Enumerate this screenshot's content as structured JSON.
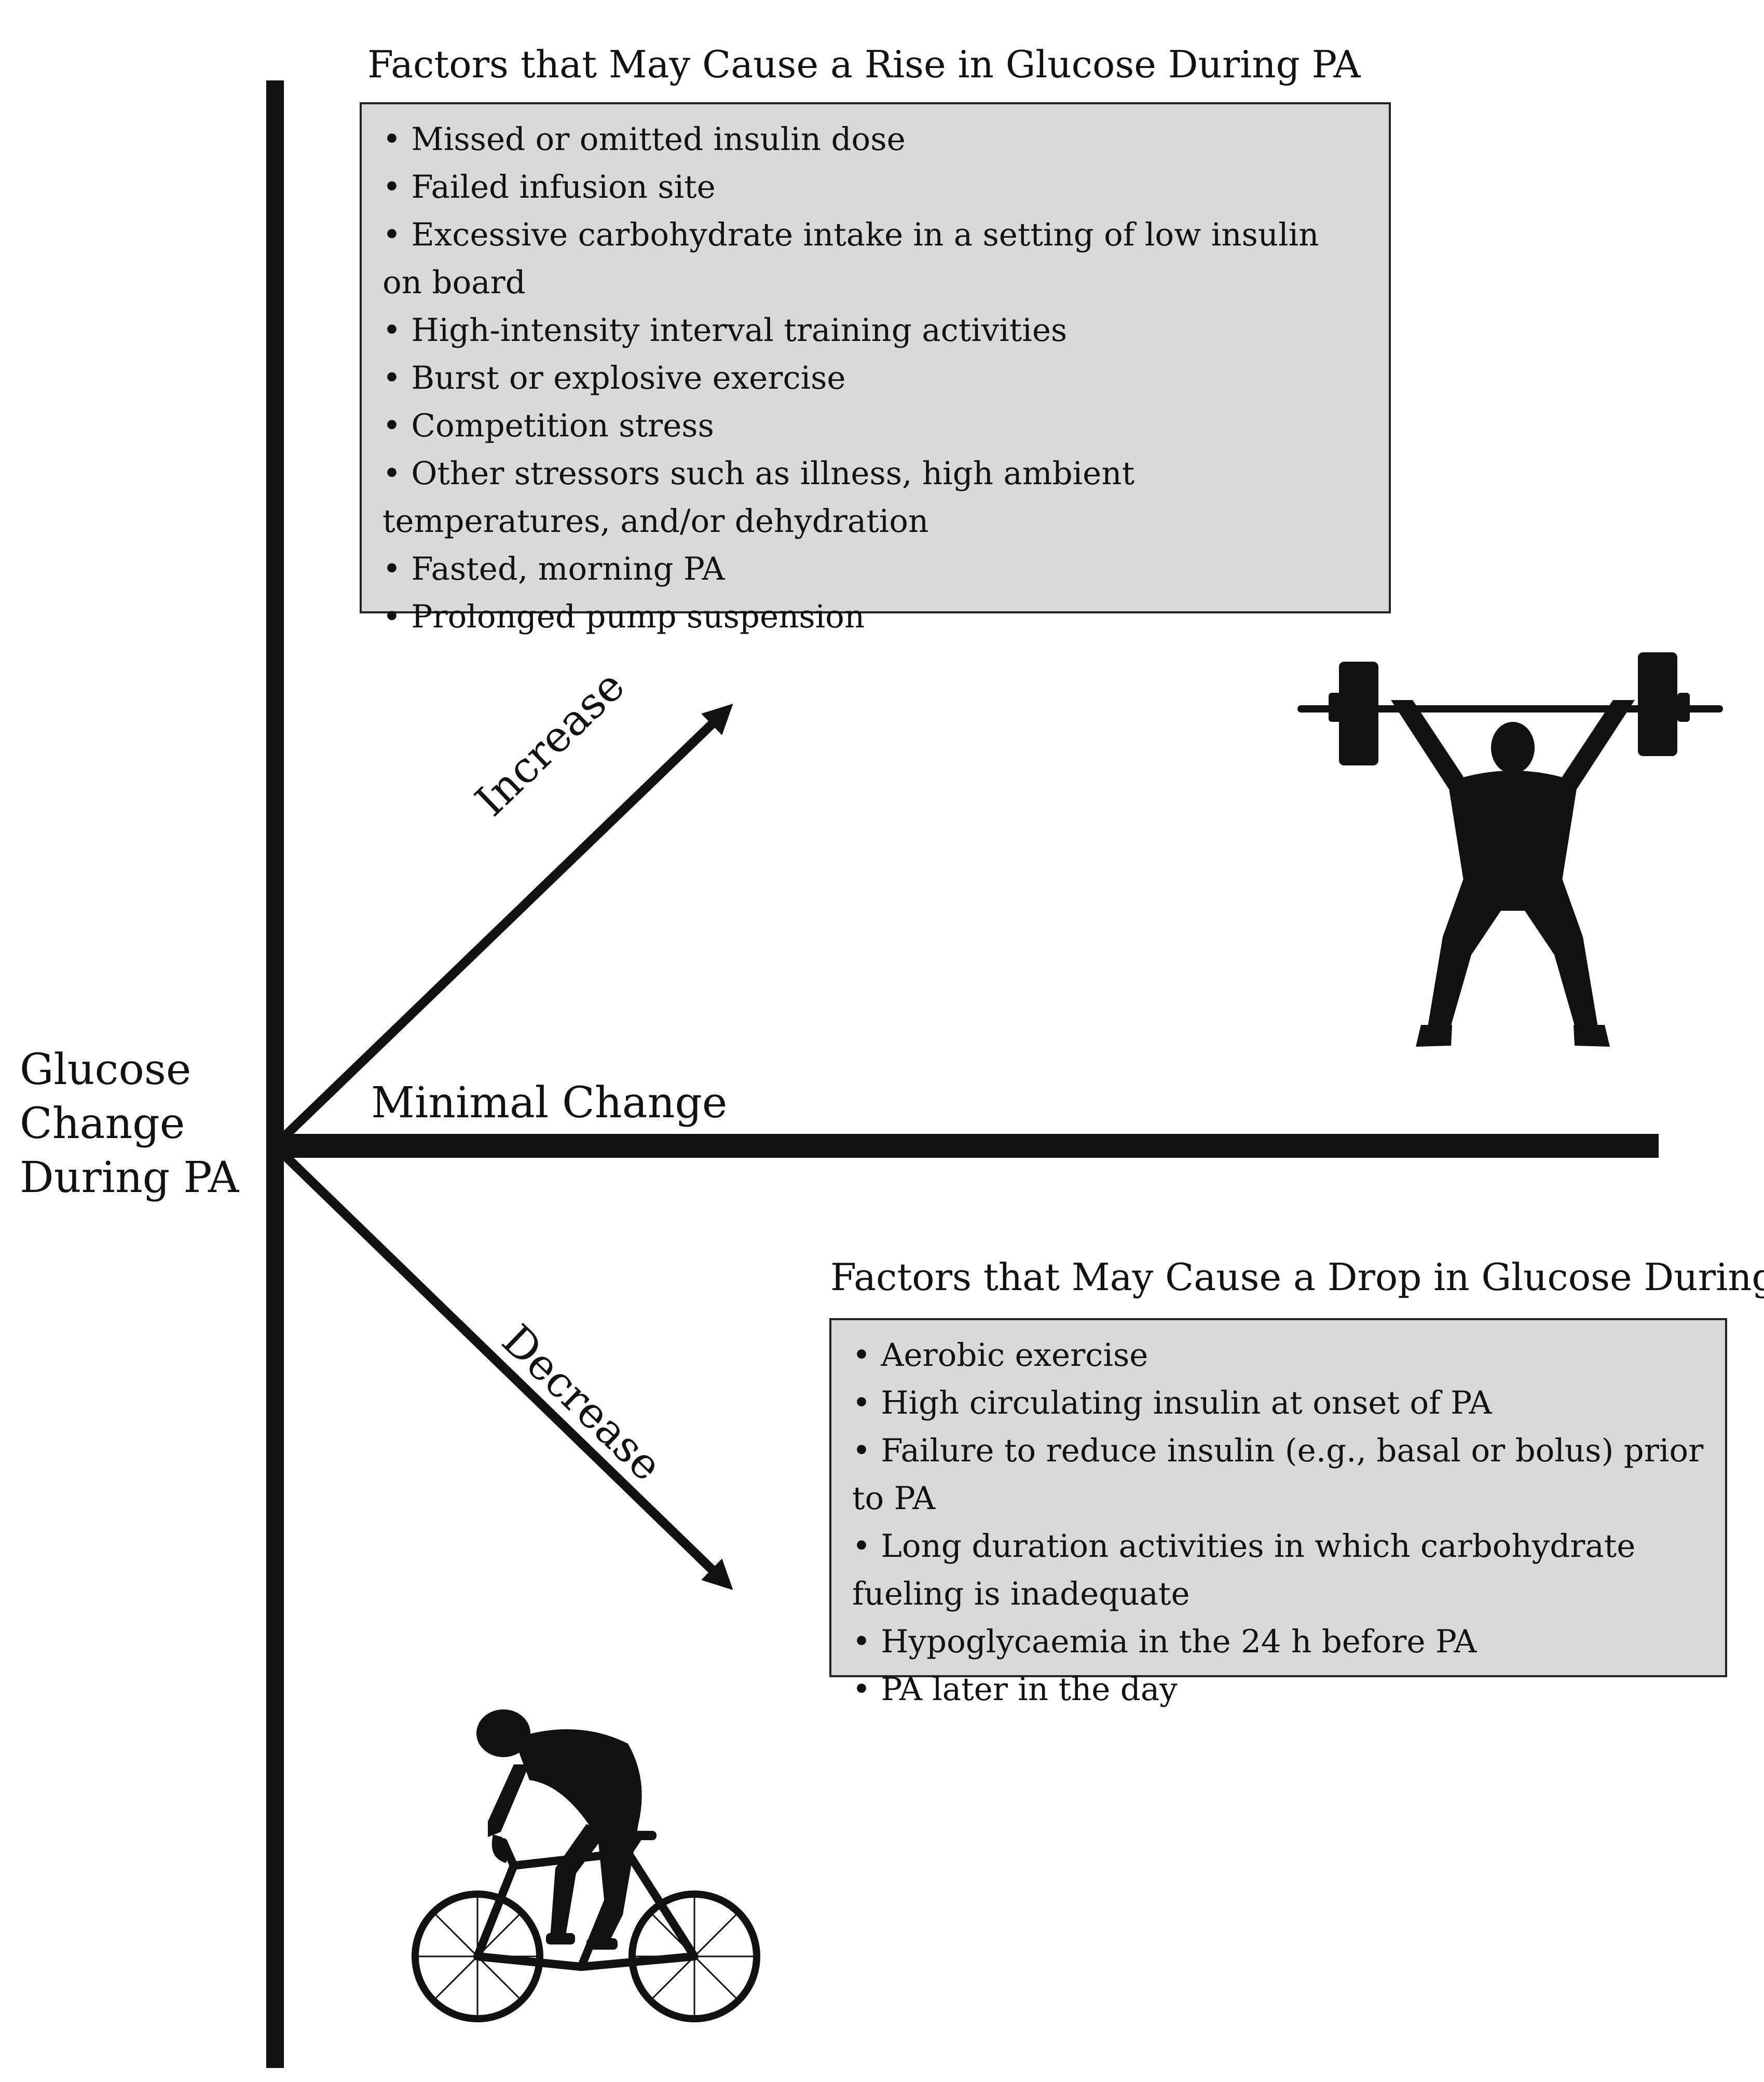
{
  "axis": {
    "label_lines": [
      "Glucose",
      "Change",
      "During PA"
    ]
  },
  "branches": {
    "increase": "Increase",
    "minimal": "Minimal Change",
    "decrease": "Decrease"
  },
  "rise_box": {
    "title": "Factors that May Cause a Rise in Glucose During PA",
    "items": [
      "Missed or omitted insulin dose",
      "Failed infusion site",
      "Excessive carbohydrate intake in a setting of low insulin on board",
      "High-intensity interval training activities",
      "Burst or explosive exercise",
      "Competition stress",
      "Other stressors such as illness, high ambient temperatures, and/or dehydration",
      "Fasted, morning PA",
      "Prolonged pump suspension"
    ]
  },
  "drop_box": {
    "title": "Factors that May Cause a Drop in Glucose During PA",
    "items": [
      "Aerobic exercise",
      "High circulating insulin at onset of PA",
      "Failure to reduce insulin (e.g., basal or bolus) prior to PA",
      "Long duration activities in which carbohydrate fueling is inadequate",
      "Hypoglycaemia in the 24 h before PA",
      "PA later in the day"
    ]
  },
  "illustrations": {
    "top": "weightlifter-silhouette",
    "bottom": "cyclist-silhouette"
  },
  "colors": {
    "box_fill": "#d9d9d9",
    "ink": "#111111"
  }
}
